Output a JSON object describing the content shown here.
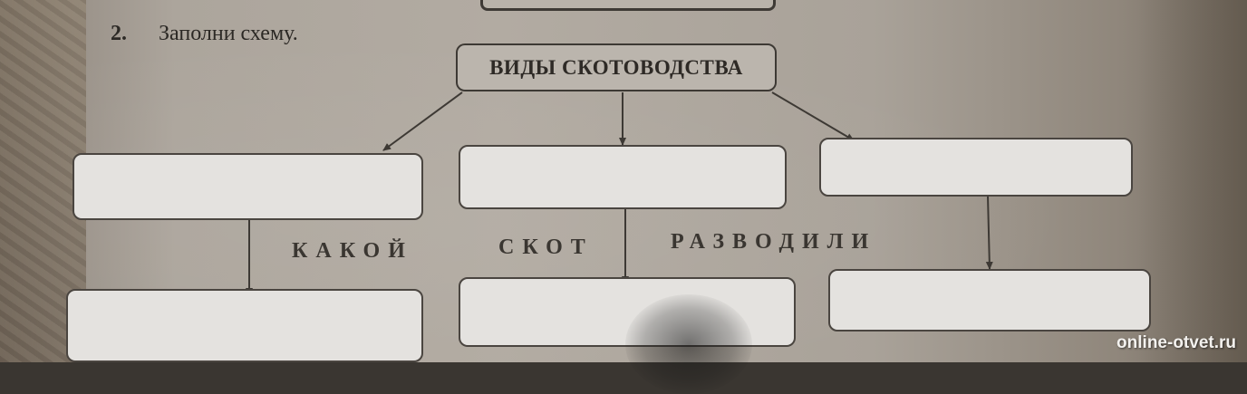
{
  "task": {
    "number": "2.",
    "instruction": "Заполни схему."
  },
  "diagram": {
    "root_label": "ВИДЫ СКОТОВОДСТВА",
    "question_words": [
      "КАКОЙ",
      "СКОТ",
      "РАЗВОДИЛИ"
    ],
    "first_row_boxes": [
      "",
      "",
      ""
    ],
    "second_row_boxes": [
      "",
      "",
      ""
    ]
  },
  "watermark": "online-otvet.ru"
}
